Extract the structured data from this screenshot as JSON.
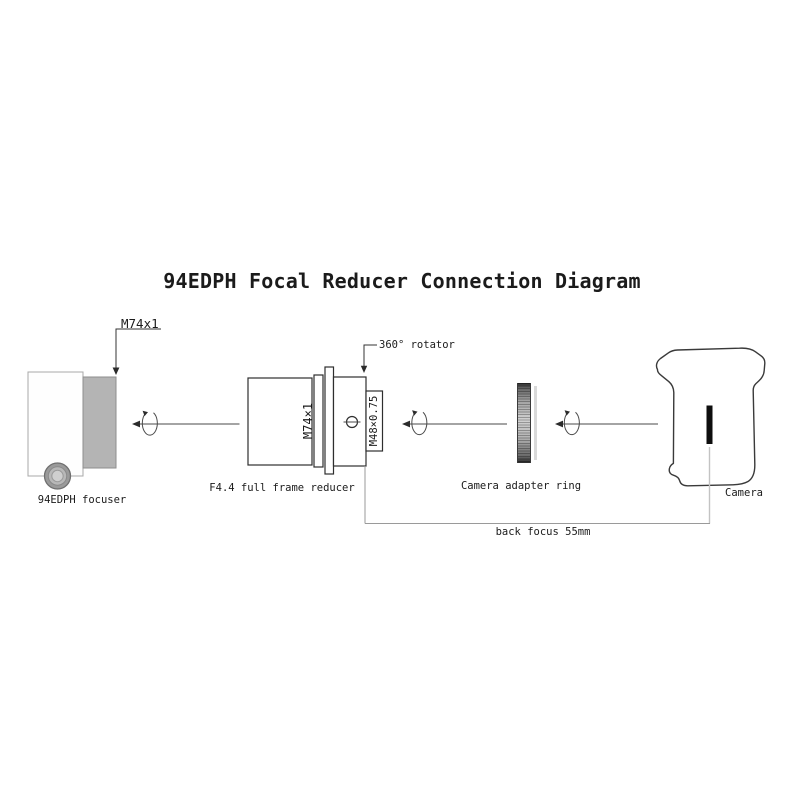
{
  "title": "94EDPH Focal Reducer Connection Diagram",
  "labels": {
    "thread_m74_top": "M74x1",
    "rotator": "360° rotator",
    "thread_m74_side": "M74×1",
    "thread_m48_side": "M48×0.75"
  },
  "captions": {
    "focuser": "94EDPH focuser",
    "reducer": "F4.4 full frame reducer",
    "adapter_ring": "Camera adapter ring",
    "camera": "Camera",
    "back_focus": "back focus 55mm"
  },
  "colors": {
    "background": "#ffffff",
    "line": "#2e2e2e",
    "text": "#1b1b1b",
    "focuser_tube_gray": "#b4b4b4",
    "knob_gray": "#9a9a9a",
    "ring_dark": "#1f1f1f",
    "ring_light": "#cfcfcf",
    "dimension_gray": "#9a9a9a",
    "sensor_mark": "#0e0e0e"
  }
}
